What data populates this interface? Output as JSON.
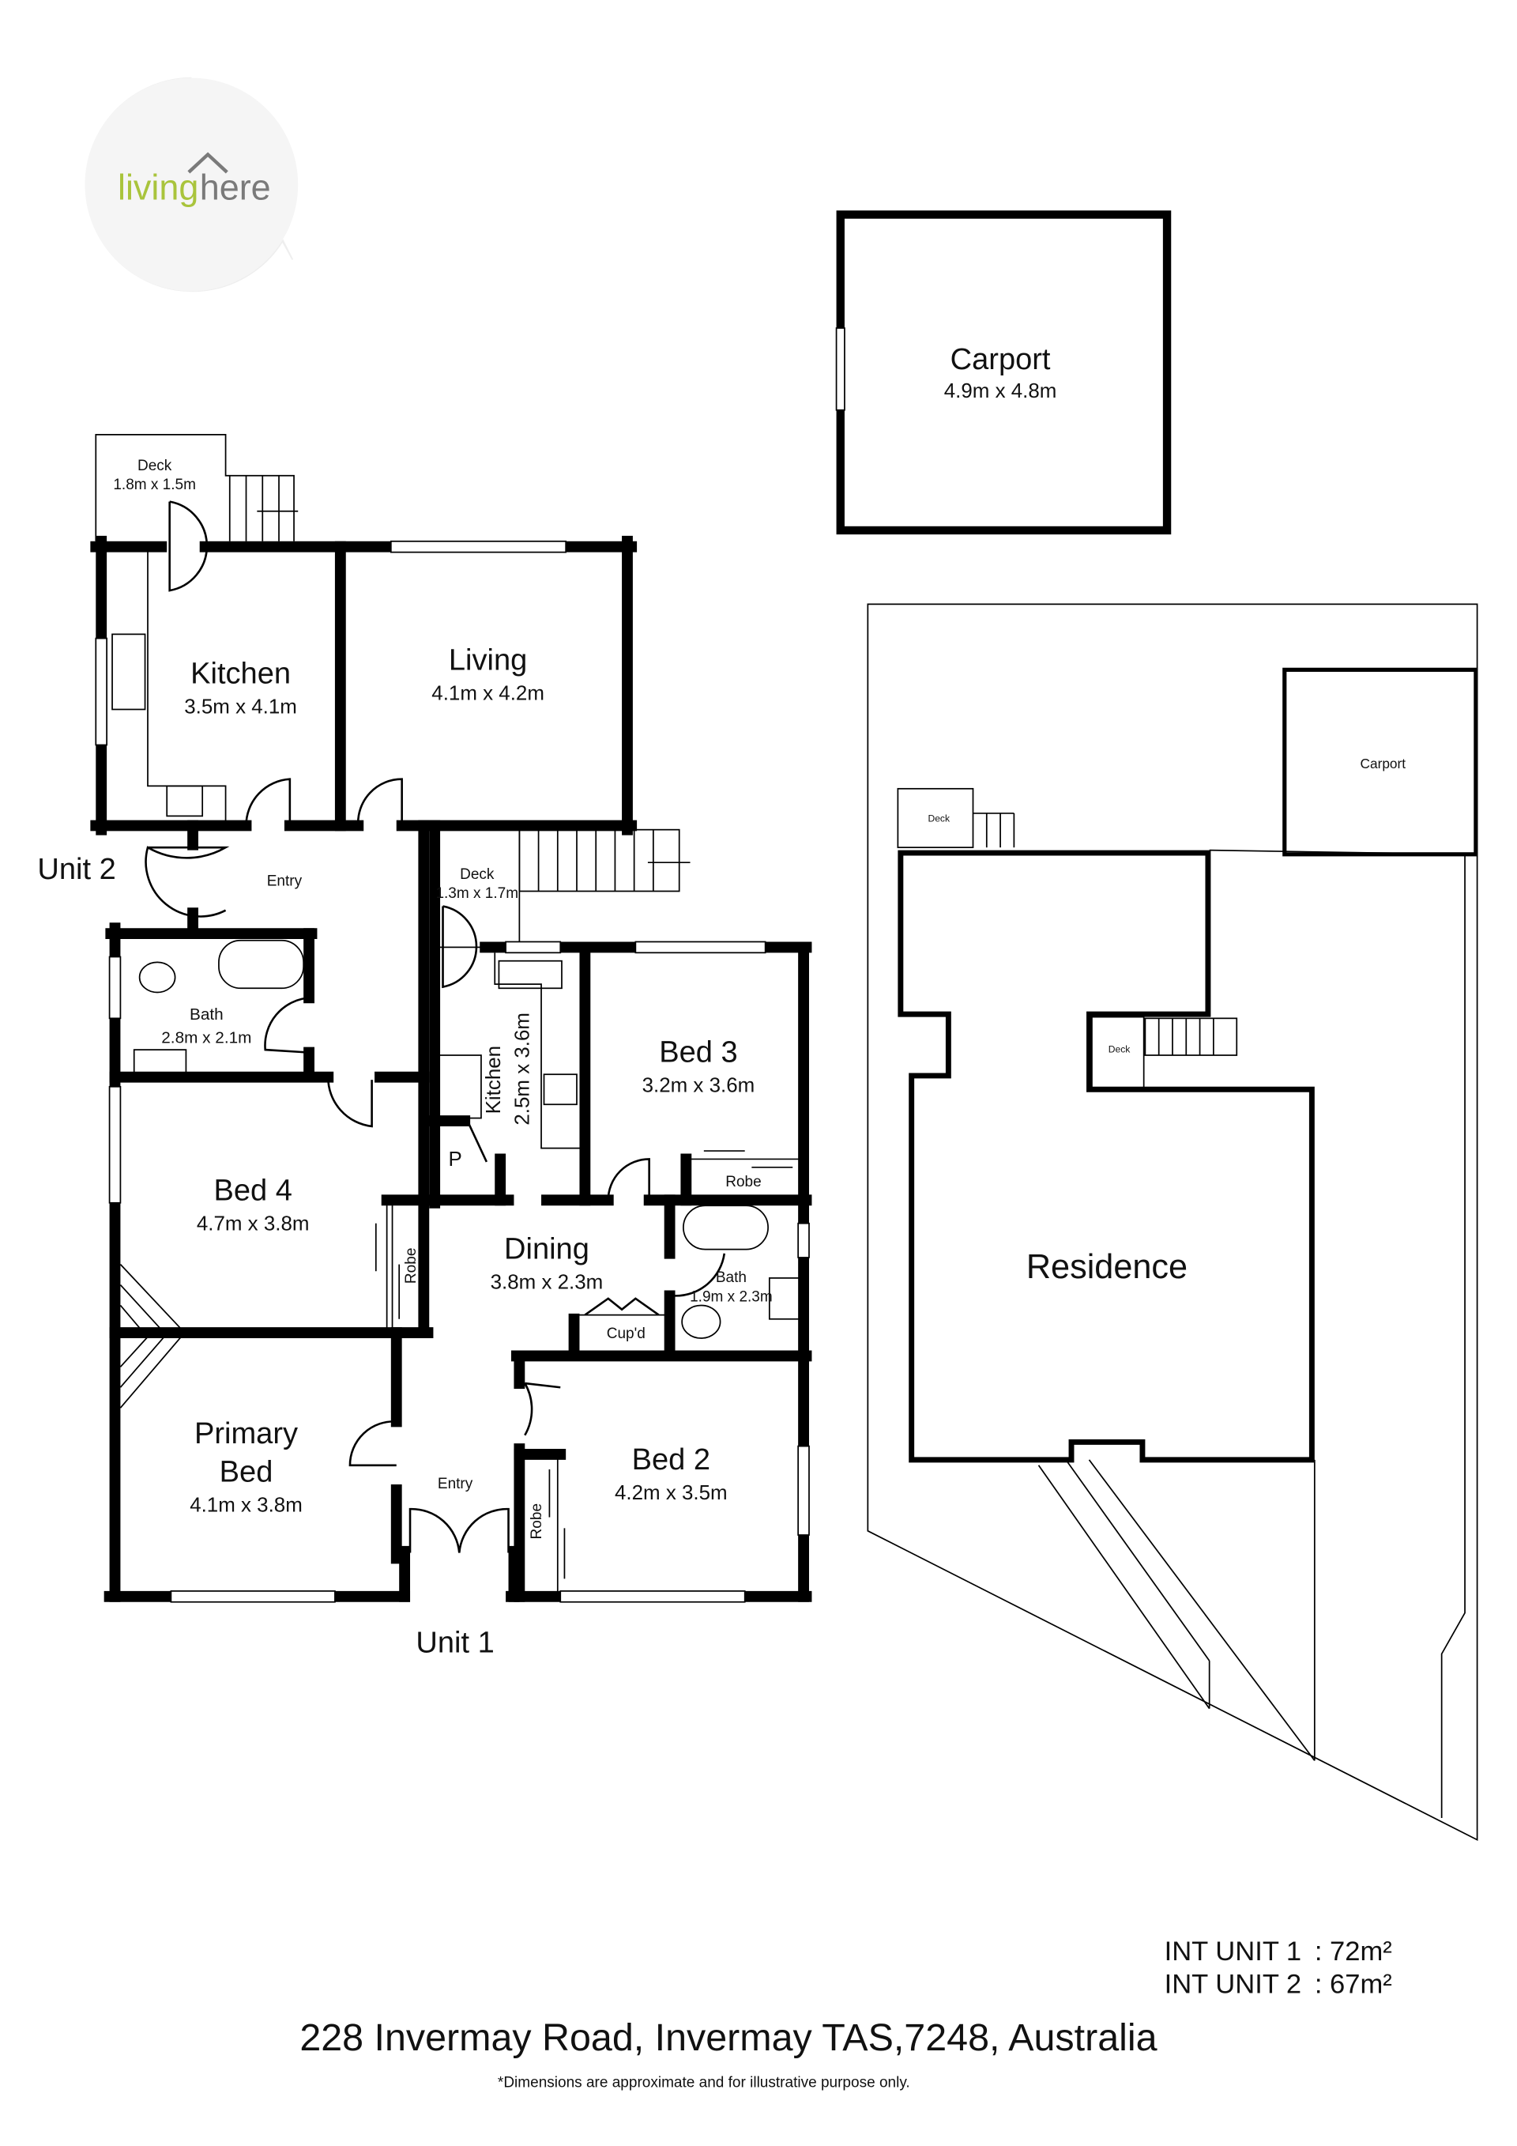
{
  "logo": {
    "part1": "living",
    "part2": "here",
    "colors": {
      "living": "#a9c43c",
      "here": "#7a7a7a",
      "circle": "#f4f4f4"
    }
  },
  "carport": {
    "name": "Carport",
    "dims": "4.9m x 4.8m"
  },
  "unit_labels": {
    "unit1": "Unit 1",
    "unit2": "Unit 2"
  },
  "rooms": {
    "deck_top": {
      "name": "Deck",
      "dims": "1.8m x 1.5m"
    },
    "kitchen_u2": {
      "name": "Kitchen",
      "dims": "3.5m x 4.1m"
    },
    "living": {
      "name": "Living",
      "dims": "4.1m x 4.2m"
    },
    "entry_u2": {
      "name": "Entry"
    },
    "deck_mid": {
      "name": "Deck",
      "dims": "1.3m x 1.7m"
    },
    "bath_u2": {
      "name": "Bath",
      "dims": "2.8m x 2.1m"
    },
    "kitchen_u1": {
      "name": "Kitchen",
      "dims": "2.5m x 3.6m"
    },
    "bed3": {
      "name": "Bed 3",
      "dims": "3.2m x 3.6m"
    },
    "robe_bed3": {
      "name": "Robe"
    },
    "pantry": {
      "name": "P"
    },
    "bed4": {
      "name": "Bed 4",
      "dims": "4.7m x 3.8m"
    },
    "robe_bed4": {
      "name": "Robe"
    },
    "dining": {
      "name": "Dining",
      "dims": "3.8m x 2.3m"
    },
    "bath_u1": {
      "name": "Bath",
      "dims": "1.9m x 2.3m"
    },
    "cupd": {
      "name": "Cup'd"
    },
    "primary_bed": {
      "name1": "Primary",
      "name2": "Bed",
      "dims": "4.1m x 3.8m"
    },
    "entry_u1": {
      "name": "Entry"
    },
    "bed2": {
      "name": "Bed 2",
      "dims": "4.2m x 3.5m"
    },
    "robe_bed2": {
      "name": "Robe"
    }
  },
  "site_plan": {
    "carport": "Carport",
    "deck_top": "Deck",
    "deck_mid": "Deck",
    "residence": "Residence"
  },
  "areas": [
    {
      "label": "INT UNIT 1",
      "value": ": 72m²"
    },
    {
      "label": "INT UNIT 2",
      "value": ": 67m²"
    }
  ],
  "address": "228 Invermay Road, Invermay TAS,7248, Australia",
  "disclaimer": "*Dimensions are approximate and for illustrative purpose only."
}
